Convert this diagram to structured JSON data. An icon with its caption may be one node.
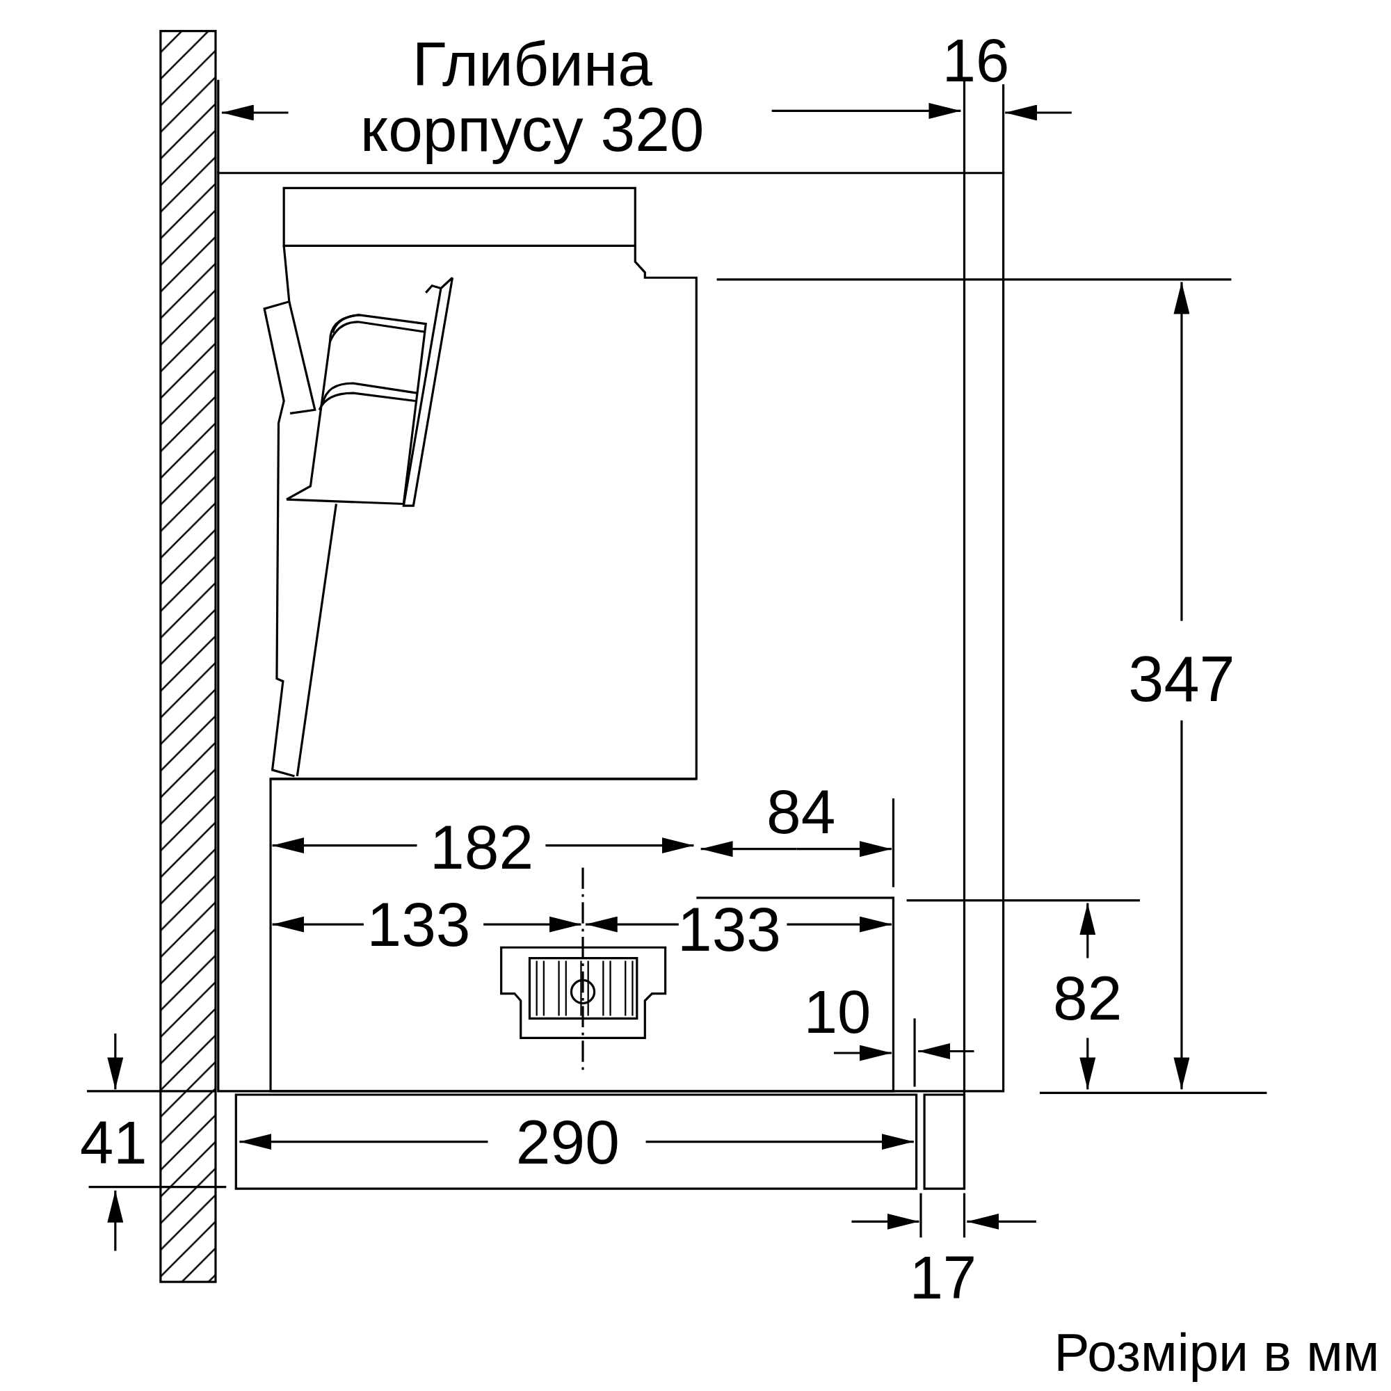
{
  "diagram": {
    "labels": [
      "Глибина корпусу 320",
      "16",
      "347",
      "84",
      "182",
      "133",
      "133",
      "10",
      "82",
      "41",
      "290",
      "17",
      "Розміри в мм"
    ]
  }
}
